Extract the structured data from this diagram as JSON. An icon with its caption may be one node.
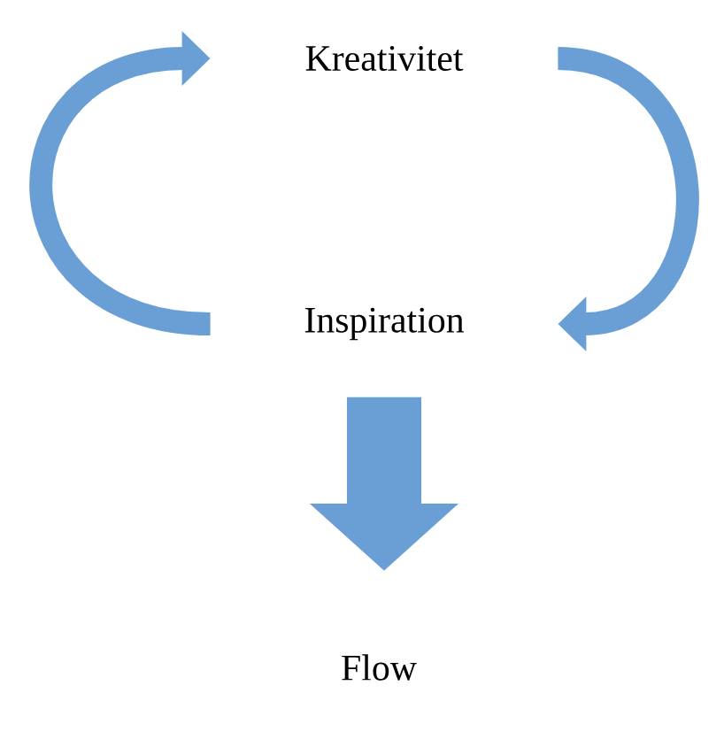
{
  "diagram": {
    "nodes": [
      {
        "text": [
          "Kreativitet"
        ]
      },
      {
        "text": [
          "Inspiration"
        ]
      },
      {
        "text": [
          "Flow"
        ]
      }
    ],
    "edges": [
      {
        "from": 1,
        "to": 0,
        "arrow": "to"
      },
      {
        "from": 0,
        "to": 1,
        "arrow": "to"
      },
      {
        "from": 1,
        "to": 2,
        "arrow": "to",
        "style": "thick"
      }
    ]
  }
}
